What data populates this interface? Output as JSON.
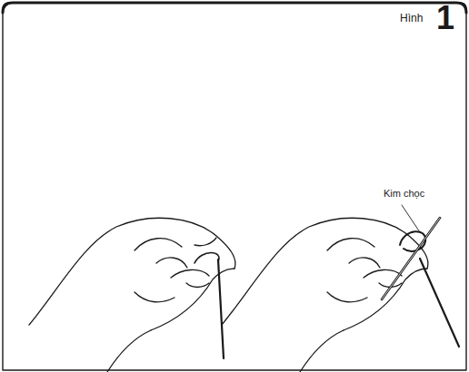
{
  "diagram": {
    "labels": [
      "Hình",
      "1",
      "Kim chọc"
    ]
  }
}
